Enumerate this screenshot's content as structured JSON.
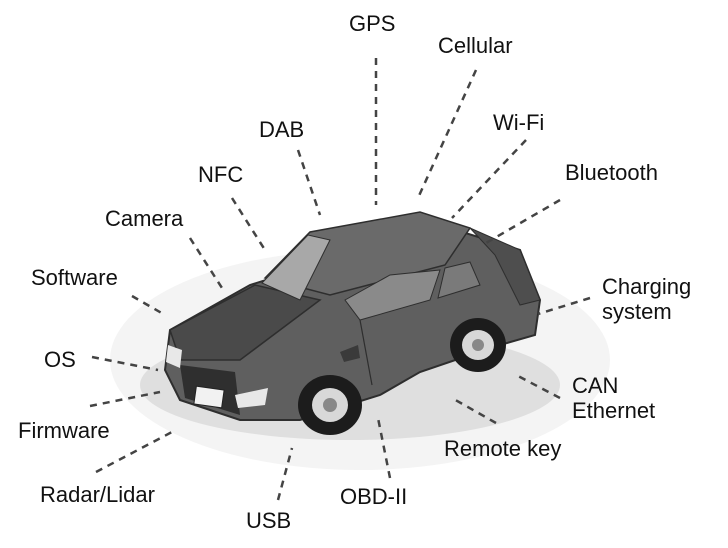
{
  "labels": {
    "gps": "GPS",
    "cellular": "Cellular",
    "wifi": "Wi-Fi",
    "bluetooth": "Bluetooth",
    "charging_line1": "Charging",
    "charging_line2": "system",
    "can_line1": "CAN",
    "can_line2": "Ethernet",
    "remote_key": "Remote key",
    "obd": "OBD-II",
    "usb": "USB",
    "radar": "Radar/Lidar",
    "firmware": "Firmware",
    "os": "OS",
    "software": "Software",
    "camera": "Camera",
    "nfc": "NFC",
    "dab": "DAB"
  },
  "colors": {
    "text": "#111111",
    "dash": "#555555",
    "car_body": "#5c5c5c",
    "car_dark": "#3a3a3a",
    "glass": "#9a9a9a",
    "shadow": "#bdbdbd"
  },
  "icons": {
    "car": "car-illustration"
  }
}
